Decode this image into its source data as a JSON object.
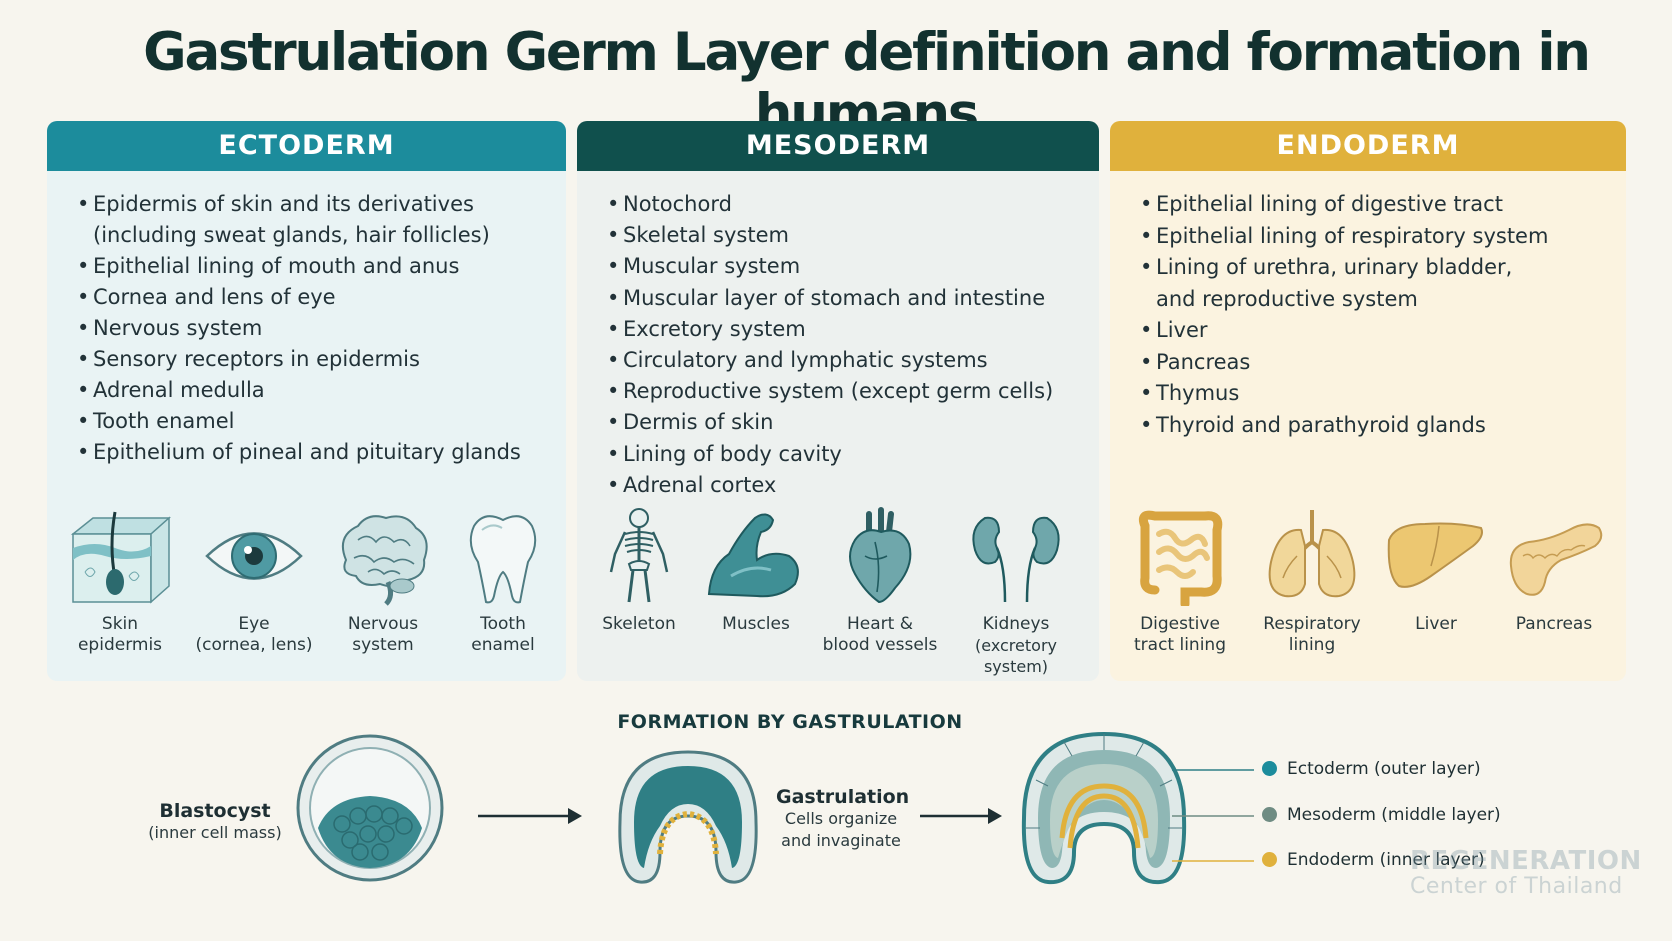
{
  "title": "Gastrulation Germ Layer definition and formation in humans",
  "colors": {
    "ectoderm": "#1c8c9c",
    "mesoderm": "#10504d",
    "endoderm": "#e0b13c"
  },
  "panels": {
    "ectoderm": {
      "heading": "ECTODERM",
      "items": [
        "Epidermis of skin and its derivatives",
        "(including sweat glands, hair follicles)",
        "Epithelial lining of mouth and anus",
        "Cornea and lens of eye",
        "Nervous system",
        "Sensory receptors in epidermis",
        "Adrenal medulla",
        "Tooth enamel",
        "Epithelium of pineal and pituitary glands"
      ],
      "organs": [
        {
          "icon": "skin-icon",
          "line1": "Skin",
          "line2": "epidermis"
        },
        {
          "icon": "eye-icon",
          "line1": "Eye",
          "line2": "(cornea, lens)"
        },
        {
          "icon": "brain-icon",
          "line1": "Nervous",
          "line2": "system"
        },
        {
          "icon": "tooth-icon",
          "line1": "Tooth",
          "line2": "enamel"
        }
      ]
    },
    "mesoderm": {
      "heading": "MESODERM",
      "items": [
        "Notochord",
        "Skeletal system",
        "Muscular system",
        "Muscular layer of stomach and intestine",
        "Excretory system",
        "Circulatory and lymphatic systems",
        "Reproductive system (except germ cells)",
        "Dermis of skin",
        "Lining of body cavity",
        "Adrenal cortex"
      ],
      "organs": [
        {
          "icon": "skeleton-icon",
          "line1": "Skeleton",
          "line2": ""
        },
        {
          "icon": "muscle-icon",
          "line1": "Muscles",
          "line2": ""
        },
        {
          "icon": "heart-icon",
          "line1": "Heart &",
          "line2": "blood vessels"
        },
        {
          "icon": "kidneys-icon",
          "line1": "Kidneys",
          "line2": "(excretory system)"
        }
      ]
    },
    "endoderm": {
      "heading": "ENDODERM",
      "items": [
        "Epithelial lining of digestive tract",
        "Epithelial lining of respiratory system",
        "Lining of urethra, urinary bladder,",
        "and reproductive system",
        "Liver",
        "Pancreas",
        "Thymus",
        "Thyroid and parathyroid glands"
      ],
      "organs": [
        {
          "icon": "intestine-icon",
          "line1": "Digestive",
          "line2": "tract lining"
        },
        {
          "icon": "lungs-icon",
          "line1": "Respiratory",
          "line2": "lining"
        },
        {
          "icon": "liver-icon",
          "line1": "Liver",
          "line2": ""
        },
        {
          "icon": "pancreas-icon",
          "line1": "Pancreas",
          "line2": ""
        }
      ]
    }
  },
  "formation": {
    "title": "FORMATION BY GASTRULATION",
    "blastocyst": {
      "label": "Blastocyst",
      "sub": "(inner cell mass)"
    },
    "gastrulation": {
      "label": "Gastrulation",
      "sub1": "Cells organize",
      "sub2": "and invaginate"
    },
    "legend": [
      {
        "label": "Ectoderm (outer layer)",
        "color": "#1c8c9c"
      },
      {
        "label": "Mesoderm (middle layer)",
        "color": "#6f8c83"
      },
      {
        "label": "Endoderm (inner layer)",
        "color": "#e0b13c"
      }
    ]
  },
  "watermark": {
    "line1": "REGENERATION",
    "line2": "Center of Thailand"
  }
}
